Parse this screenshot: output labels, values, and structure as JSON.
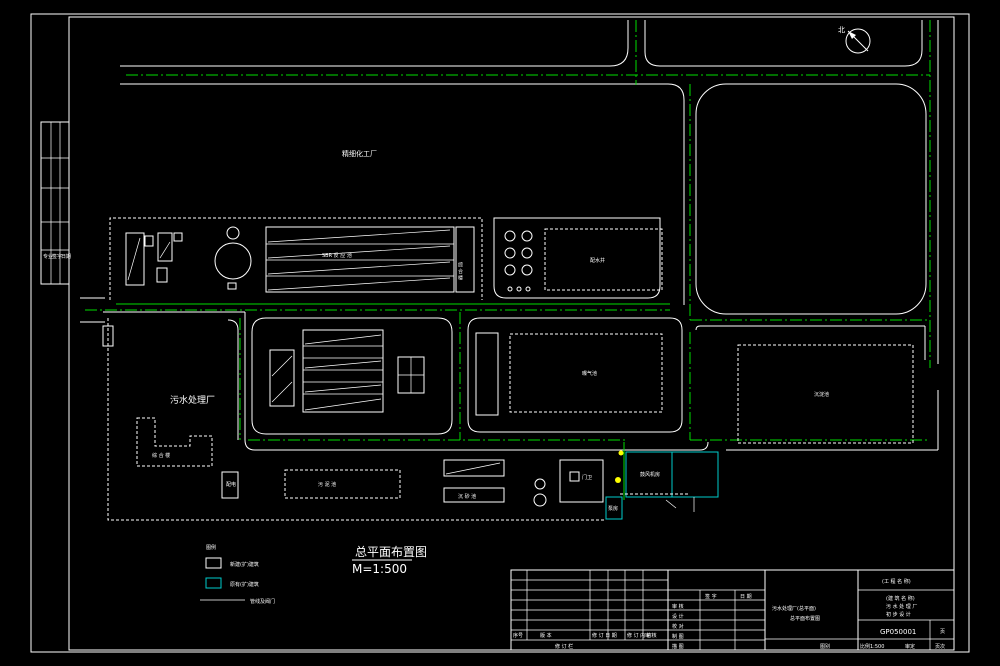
{
  "labels": {
    "fine_chem_plant": "精细化工厂",
    "sewage_plant": "污水处理厂",
    "plan_title": "总平面布置图",
    "scale": "M=1:500",
    "drawing_no": "GP050001",
    "sheet": "页",
    "project_name": "(工 程 名 称)",
    "sub_title_1": "(建 筑 名 称)",
    "sub_title_2": "污 水 处 理 厂",
    "sub_title_3": "初 步 设 计",
    "center_title_1": "污水处理厂(总平面)",
    "center_title_2": "总平面布置图",
    "tb_scale": "比例1:500",
    "tb_a": "审定",
    "tb_b": "页次",
    "tb_c": "图别",
    "north": "北"
  },
  "buildings": {
    "b_sbr": "SBR 反 应 池",
    "b_side": "综 合 楼",
    "b_mid_label": "配水井",
    "b_big": "曝气池",
    "b_right": "沉淀池",
    "b_office_1": "综 合 楼",
    "b_long": "污 泥 池",
    "b_small_a": "泵房",
    "b_small_b": "鼓风机房",
    "b_cell": "门卫",
    "b_tiny": "配电",
    "b_grit": "沉 砂 池"
  },
  "legend": {
    "title": "图例",
    "item_1": "新建(扩)建筑",
    "item_2": "原有(扩)建筑",
    "item_3": "管线及阀门"
  },
  "title_block": {
    "col_1": "签 字",
    "col_2": "日 期",
    "row_1": "审 核",
    "row_2": "设 计",
    "row_3": "校 对",
    "row_4": "制 图",
    "row_5": "描 图",
    "bottom_1": "序号",
    "bottom_2": "版 本",
    "bottom_3": "修 订 日 期",
    "bottom_4": "修 订 内 容",
    "bottom_5": "审 核",
    "revision": "修   订   栏"
  },
  "side_table": {
    "cell_1": "专业",
    "cell_2": "签字",
    "cell_3": "日期"
  }
}
